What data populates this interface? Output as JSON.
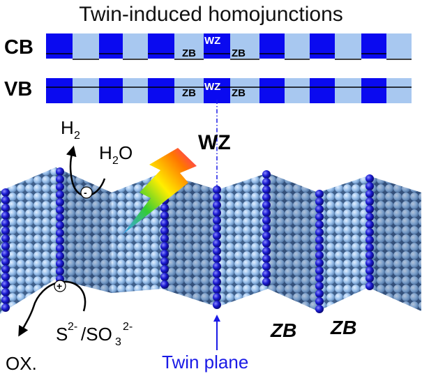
{
  "title": "Twin-induced homojunctions",
  "bands": {
    "cb_label": "CB",
    "vb_label": "VB",
    "zb_label": "ZB",
    "wz_label": "WZ"
  },
  "surface": {
    "wz_label": "WZ",
    "zb_label": "ZB",
    "twin_plane_label": "Twin plane"
  },
  "reactions": {
    "h2_main": "H",
    "h2_sub": "2",
    "h2o_main": "H",
    "h2o_sub": "2",
    "h2o_tail": "O",
    "electron": "-",
    "hole": "+",
    "s_main": "S",
    "s_sup": "2-",
    "so3_main": "/SO",
    "so3_sub": "3",
    "so3_sup": "2-",
    "ox": "OX."
  },
  "colors": {
    "dark_blue": "#0a0af0",
    "light_blue": "#a8c8f0",
    "atom_light": "#9cc2ec",
    "atom_dark": "#1212c8",
    "twin_line": "#1a1ae6"
  },
  "icons": {
    "light": "lightning-bolt-icon"
  }
}
